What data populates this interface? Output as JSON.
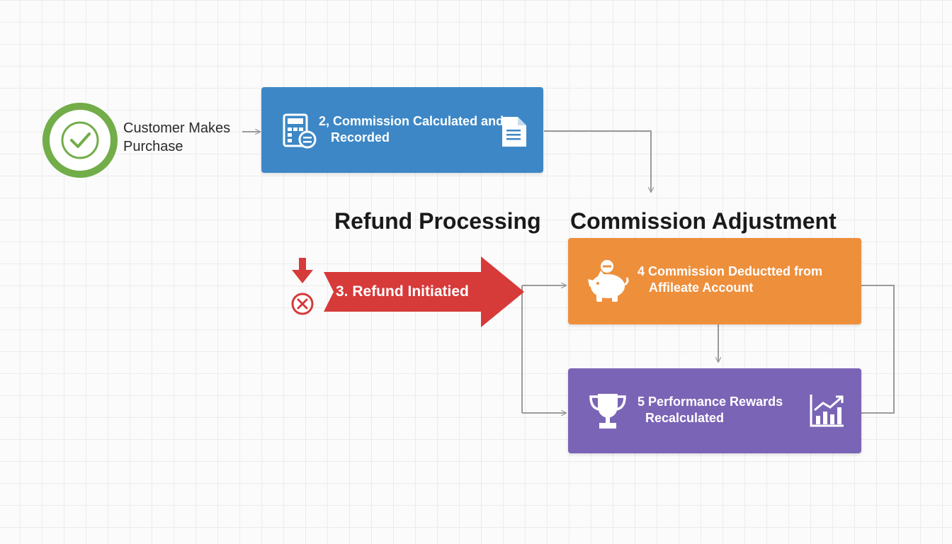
{
  "start": {
    "label_line1": "Customer Makes",
    "label_line2": "Purchase",
    "icon": "check-circle-icon"
  },
  "step2": {
    "line1": "2, Commission Calculated and",
    "line2": "Recorded",
    "color": "#3d87c6",
    "icons": [
      "calculator-icon",
      "document-icon"
    ]
  },
  "headings": {
    "refund": "Refund Processing",
    "adjustment": "Commission Adjustment"
  },
  "step3": {
    "label": "3. Refund Initiatied",
    "color": "#d63a39",
    "icons": [
      "down-arrow-icon",
      "cancel-circle-icon"
    ]
  },
  "step4": {
    "line1": "4 Commission Deductted from",
    "line2": "Affileate Account",
    "color": "#ee8f3c",
    "icons": [
      "piggy-bank-icon"
    ]
  },
  "step5": {
    "line1": "5 Performance Rewards",
    "line2": "Recalculated",
    "color": "#7a64b6",
    "icons": [
      "trophy-icon",
      "growth-chart-icon"
    ]
  },
  "colors": {
    "connector": "#9a9a9a",
    "start_ring": "#72ad49"
  }
}
